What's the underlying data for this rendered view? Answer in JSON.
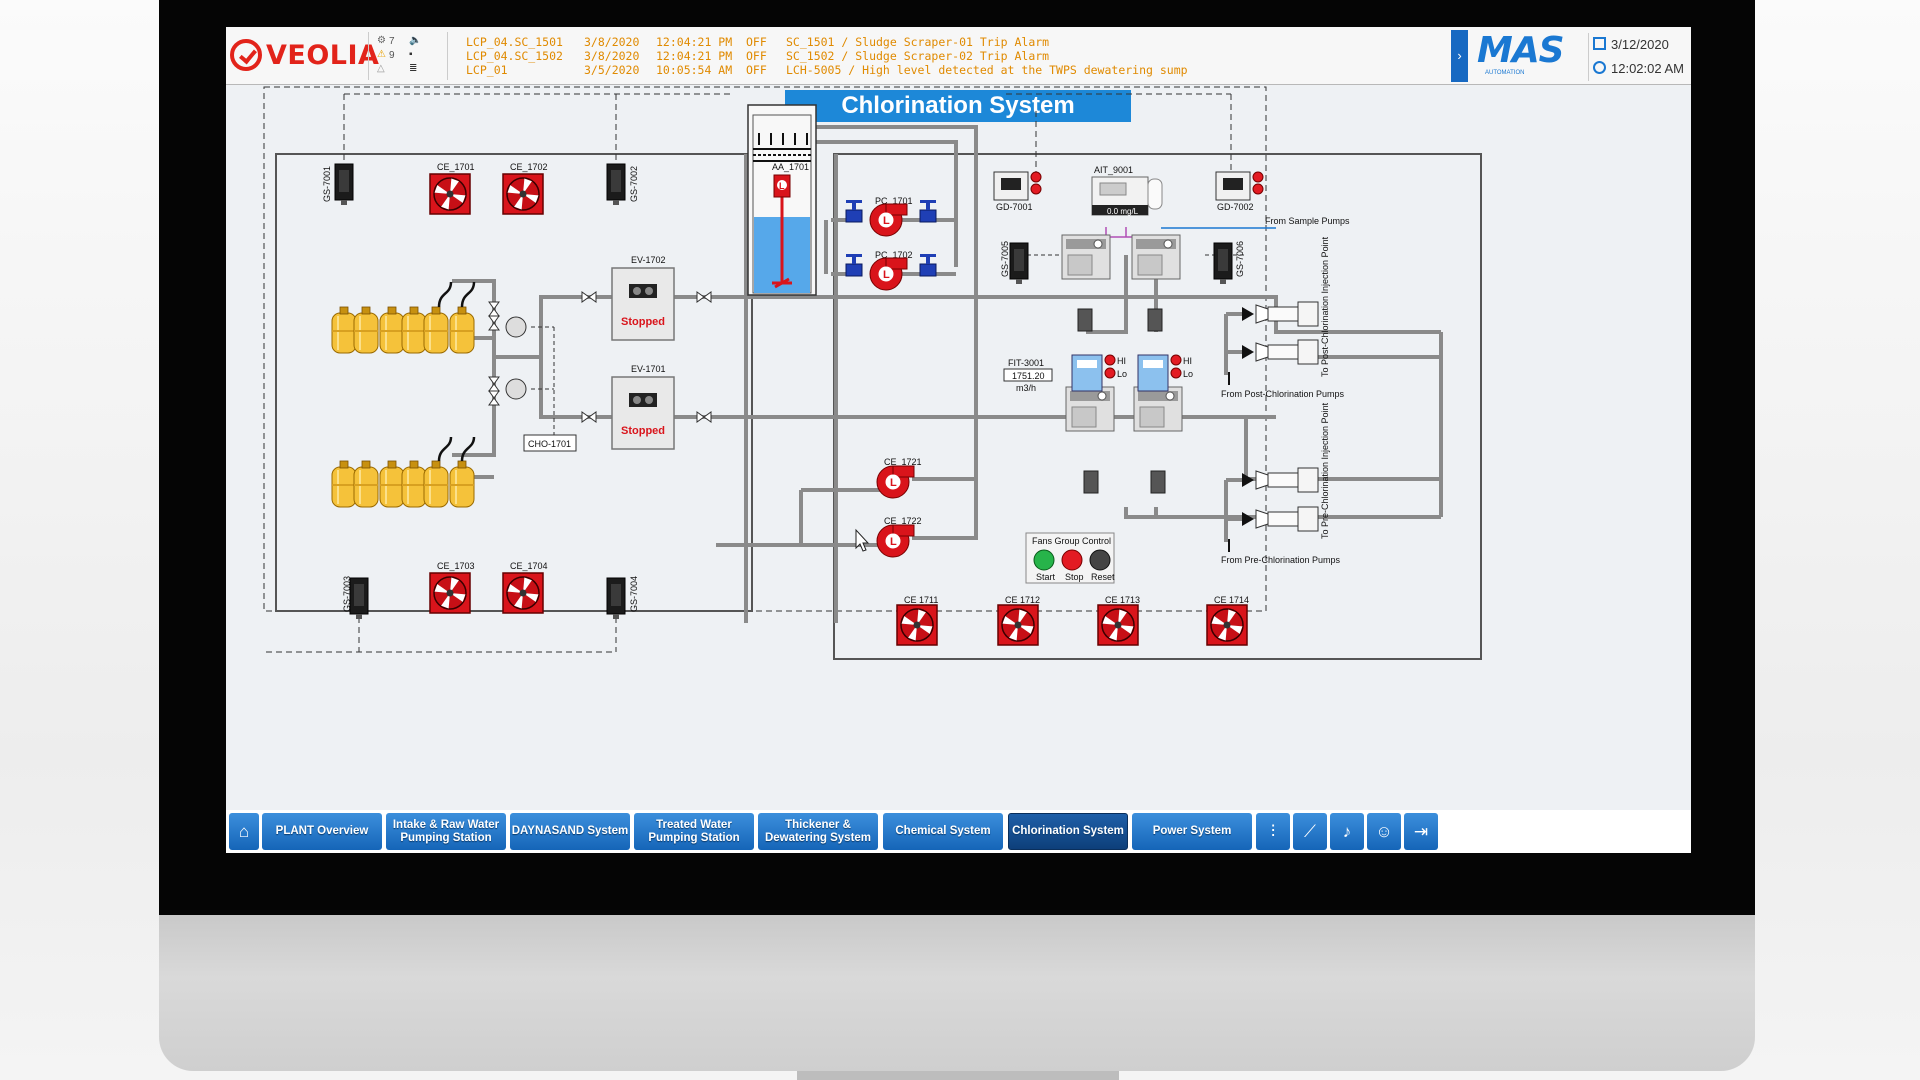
{
  "header": {
    "logo_text": "VEOLIA",
    "alarm_icon_counts": [
      "7",
      "9",
      "-",
      "-"
    ],
    "alarms": [
      {
        "source": "LCP_04.SC_1501",
        "date": "3/8/2020",
        "time": "12:04:21 PM",
        "state": "OFF",
        "message": "SC_1501 / Sludge Scraper-01 Trip Alarm"
      },
      {
        "source": "LCP_04.SC_1502",
        "date": "3/8/2020",
        "time": "12:04:21 PM",
        "state": "OFF",
        "message": "SC_1502 / Sludge Scraper-02 Trip Alarm"
      },
      {
        "source": "LCP_01",
        "date": "3/5/2020",
        "time": "10:05:54 AM",
        "state": "OFF",
        "message": "LCH-5005 / High level detected at the TWPS dewatering sump"
      }
    ],
    "vendor_logo": "MAS",
    "vendor_sub": "AUTOMATION",
    "date": "3/12/2020",
    "time": "12:02:02 AM"
  },
  "title": "Chlorination System",
  "diagram": {
    "gas_sensors": [
      "GS-7001",
      "GS-7002",
      "GS-7003",
      "GS-7004",
      "GS-7005",
      "GS-7006"
    ],
    "fans_top": [
      "CE_1701",
      "CE_1702"
    ],
    "fans_bottom": [
      "CE_1703",
      "CE_1704"
    ],
    "fans_right": [
      "CE 1711",
      "CE 1712",
      "CE 1713",
      "CE 1714"
    ],
    "evaporators": [
      {
        "tag": "EV-1702",
        "status": "Stopped"
      },
      {
        "tag": "EV-1701",
        "status": "Stopped"
      }
    ],
    "changeover": "CHO-1701",
    "agitator": "AA_1701",
    "pumps_top": [
      "PC_1701",
      "PC_1702"
    ],
    "pumps_mid": [
      "CE_1721",
      "CE_1722"
    ],
    "gas_detectors": [
      "GD-7001",
      "GD-7002"
    ],
    "analyzer": {
      "tag": "AIT_9001",
      "value": "0.0 mg/L"
    },
    "flow_meter": {
      "tag": "FIT-3001",
      "value": "1751.20",
      "unit": "m3/h"
    },
    "hi_label": "HI",
    "lo_label": "Lo",
    "from_sample": "From Sample Pumps",
    "from_post": "From Post-Chlorination Pumps",
    "from_pre": "From Pre-Chlorination Pumps",
    "to_post": "To Post-Chlorination Injection Point",
    "to_pre": "To Pre-Chlorination Injection Point",
    "fans_group": {
      "title": "Fans Group Control",
      "start": "Start",
      "stop": "Stop",
      "reset": "Reset"
    }
  },
  "nav": {
    "home_icon": "home-icon",
    "buttons": [
      "PLANT Overview",
      "Intake & Raw Water Pumping Station",
      "DAYNASAND System",
      "Treated Water Pumping Station",
      "Thickener & Dewatering System",
      "Chemical System",
      "Chlorination System",
      "Power System"
    ],
    "active": "Chlorination System",
    "tool_icons": [
      "sliders-icon",
      "trend-icon",
      "alarm-bell-icon",
      "user-icon",
      "exit-icon"
    ]
  },
  "colors": {
    "accent": "#1d88d8",
    "alarm_text": "#e08a00",
    "pump_red": "#d9141b",
    "cylinder_yellow": "#f5c23a",
    "nav_blue": "#1565b8"
  }
}
